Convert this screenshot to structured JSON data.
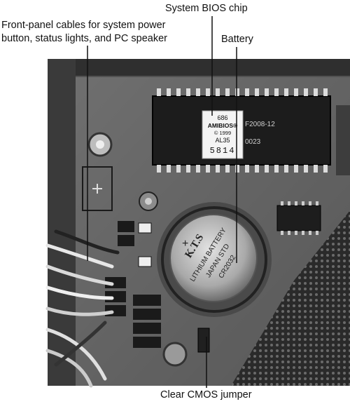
{
  "callouts": {
    "bios_chip": "System BIOS chip",
    "front_panel_line1": "Front-panel cables for system power",
    "front_panel_line2": "button, status lights, and PC speaker",
    "battery": "Battery",
    "clear_cmos": "Clear CMOS jumper"
  },
  "chip_label": {
    "line1": "686",
    "line2": "AMIBIOS®",
    "line3": "© 1999",
    "line4": "AL35",
    "line5": "5814",
    "part_right": "F2008-12",
    "part_right2": "0023"
  },
  "battery_text": {
    "brand": "K.T.S",
    "line1": "LITHIUM BATTERY",
    "line2": "JAPAN STD",
    "line3": "CR2032"
  },
  "colors": {
    "board": "#5e5e5e",
    "chip": "#1c1c1c",
    "battery": "#b5b5b5",
    "line": "#111111"
  }
}
